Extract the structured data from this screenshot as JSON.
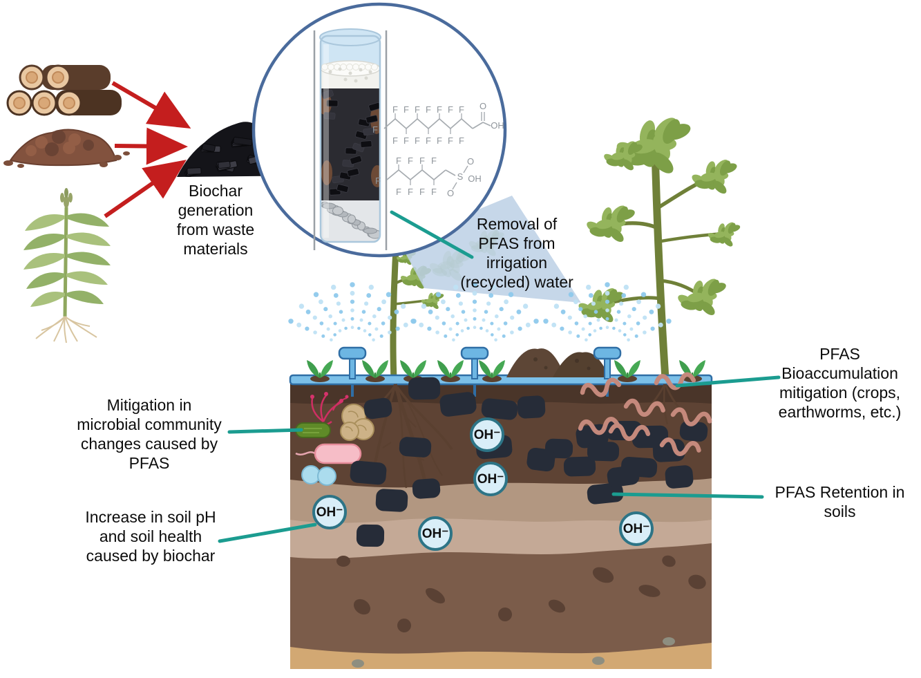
{
  "captions": {
    "biochar_generation": "Biochar\ngeneration\nfrom waste\nmaterials",
    "pfas_removal": "Removal of\nPFAS from\nirrigation\n(recycled) water",
    "microbial_mitigation": "Mitigation in\nmicrobial community\nchanges caused by\nPFAS",
    "soil_ph_increase": "Increase in soil pH\nand soil health\ncaused by biochar",
    "bioaccumulation_mitigation": "PFAS\nBioaccumulation\nmitigation (crops,\nearthworms, etc.)",
    "pfas_retention": "PFAS Retention in\nsoils"
  },
  "ions": {
    "hydroxide_symbol": "OH⁻",
    "hydroxide_count": 5
  },
  "molecule_labels": {
    "fluorine": "F",
    "oxygen": "O",
    "hydroxyl": "OH",
    "sulfur": "S"
  },
  "structures": {
    "pfoa_chain_vertices": 8,
    "pfbs_chain_vertices": 5
  },
  "counts": {
    "sprinklers": 3,
    "earthworms": 7,
    "trees": 2,
    "biochar_particles": 24,
    "feedstock_arrows": 3
  },
  "icons": [
    {
      "name": "wood-logs-icon"
    },
    {
      "name": "soil-pile-icon"
    },
    {
      "name": "corn-plant-icon"
    },
    {
      "name": "red-arrow-icon"
    },
    {
      "name": "biochar-pile-icon"
    },
    {
      "name": "magnifier-circle-icon"
    },
    {
      "name": "filter-column-icon"
    },
    {
      "name": "pfoa-structure-icon"
    },
    {
      "name": "pfbs-structure-icon"
    },
    {
      "name": "tree-icon"
    },
    {
      "name": "sprinkler-icon"
    },
    {
      "name": "sprinkler-spray"
    },
    {
      "name": "irrigation-pipe-icon"
    },
    {
      "name": "seedling-icon"
    },
    {
      "name": "soil-mound-icon"
    },
    {
      "name": "earthworm-icon"
    },
    {
      "name": "fungal-microbe-icon"
    },
    {
      "name": "rod-bacterium-icon"
    },
    {
      "name": "capsule-bacterium-icon"
    },
    {
      "name": "cocci-bacterium-icon"
    },
    {
      "name": "mycorrhiza-icon"
    },
    {
      "name": "root-system-icon"
    },
    {
      "name": "biochar-particle-icon"
    },
    {
      "name": "hydroxide-ion-badge"
    },
    {
      "name": "callout-line"
    }
  ],
  "colors": {
    "callout_teal": "#1b9c90",
    "arrow_red": "#c41e1e",
    "magnifier_border": "#4a6b9c",
    "biochar_black": "#17171b",
    "biochar_particle": "#262c38",
    "water_blue": "#7cc0e8",
    "hydroxide_fill": "#d9eef8",
    "hydroxide_border": "#2d7486",
    "topsoil_brown": "#5e4334",
    "subsoil_tan": "#b29781",
    "subsoil_light": "#c4a996",
    "deep_soil_brown": "#7b5c4a",
    "bedrock_sand": "#d2a873"
  }
}
